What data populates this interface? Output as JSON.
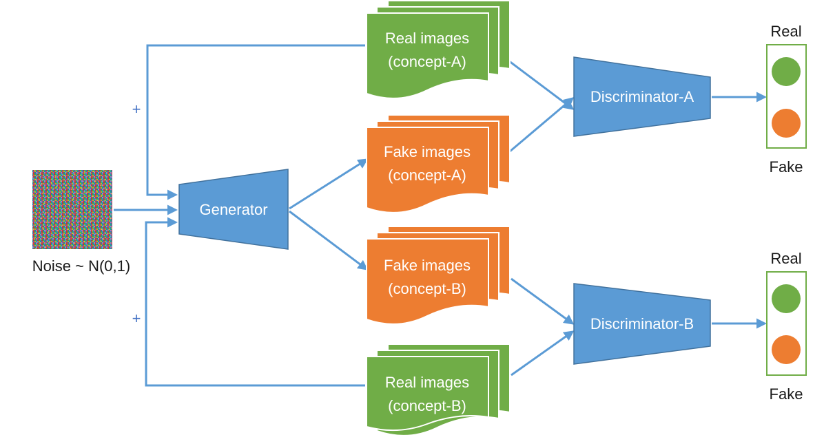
{
  "colors": {
    "blue_block": "#5b9bd5",
    "blue_stroke": "#41719c",
    "wire": "#5b9bd5",
    "green": "#70ad47",
    "green_stroke": "#507e32",
    "orange": "#ed7d31",
    "orange_stroke": "#ae5a21",
    "plus": "#4472c4"
  },
  "noise_label": "Noise ~ N(0,1)",
  "generator_label": "Generator",
  "plus_sign": "+",
  "stacks": {
    "real_a": {
      "line1": "Real images",
      "line2": "(concept-A)"
    },
    "fake_a": {
      "line1": "Fake images",
      "line2": "(concept-A)"
    },
    "fake_b": {
      "line1": "Fake images",
      "line2": "(concept-B)"
    },
    "real_b": {
      "line1": "Real images",
      "line2": "(concept-B)"
    }
  },
  "discriminators": {
    "a": "Discriminator-A",
    "b": "Discriminator-B"
  },
  "outputs": {
    "a": {
      "real_label": "Real",
      "fake_label": "Fake"
    },
    "b": {
      "real_label": "Real",
      "fake_label": "Fake"
    }
  }
}
